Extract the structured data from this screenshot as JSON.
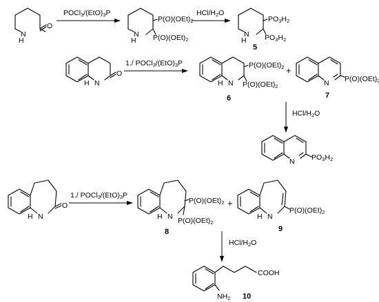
{
  "reagents": {
    "r1": "POCl3/(EtO)3P",
    "r2": "HCl/H2O",
    "r3": "1./ POCl3/(EtO)3P",
    "r4": "HCl/H2O",
    "r5": "1./ POCl3/(EtO)3P",
    "r6": "HCl/H2O"
  },
  "labels": {
    "c5": "5",
    "c6": "6",
    "c7": "7",
    "c8": "8",
    "c9": "9",
    "c10": "10"
  },
  "groups": {
    "p_oet2": "P(O)(OEt)2",
    "po3h2": "PO3H2",
    "cooh": "COOH",
    "nh2": "NH2",
    "nh": "NH",
    "n": "N",
    "o": "O",
    "h": "H"
  },
  "symbols": {
    "plus": "+"
  }
}
